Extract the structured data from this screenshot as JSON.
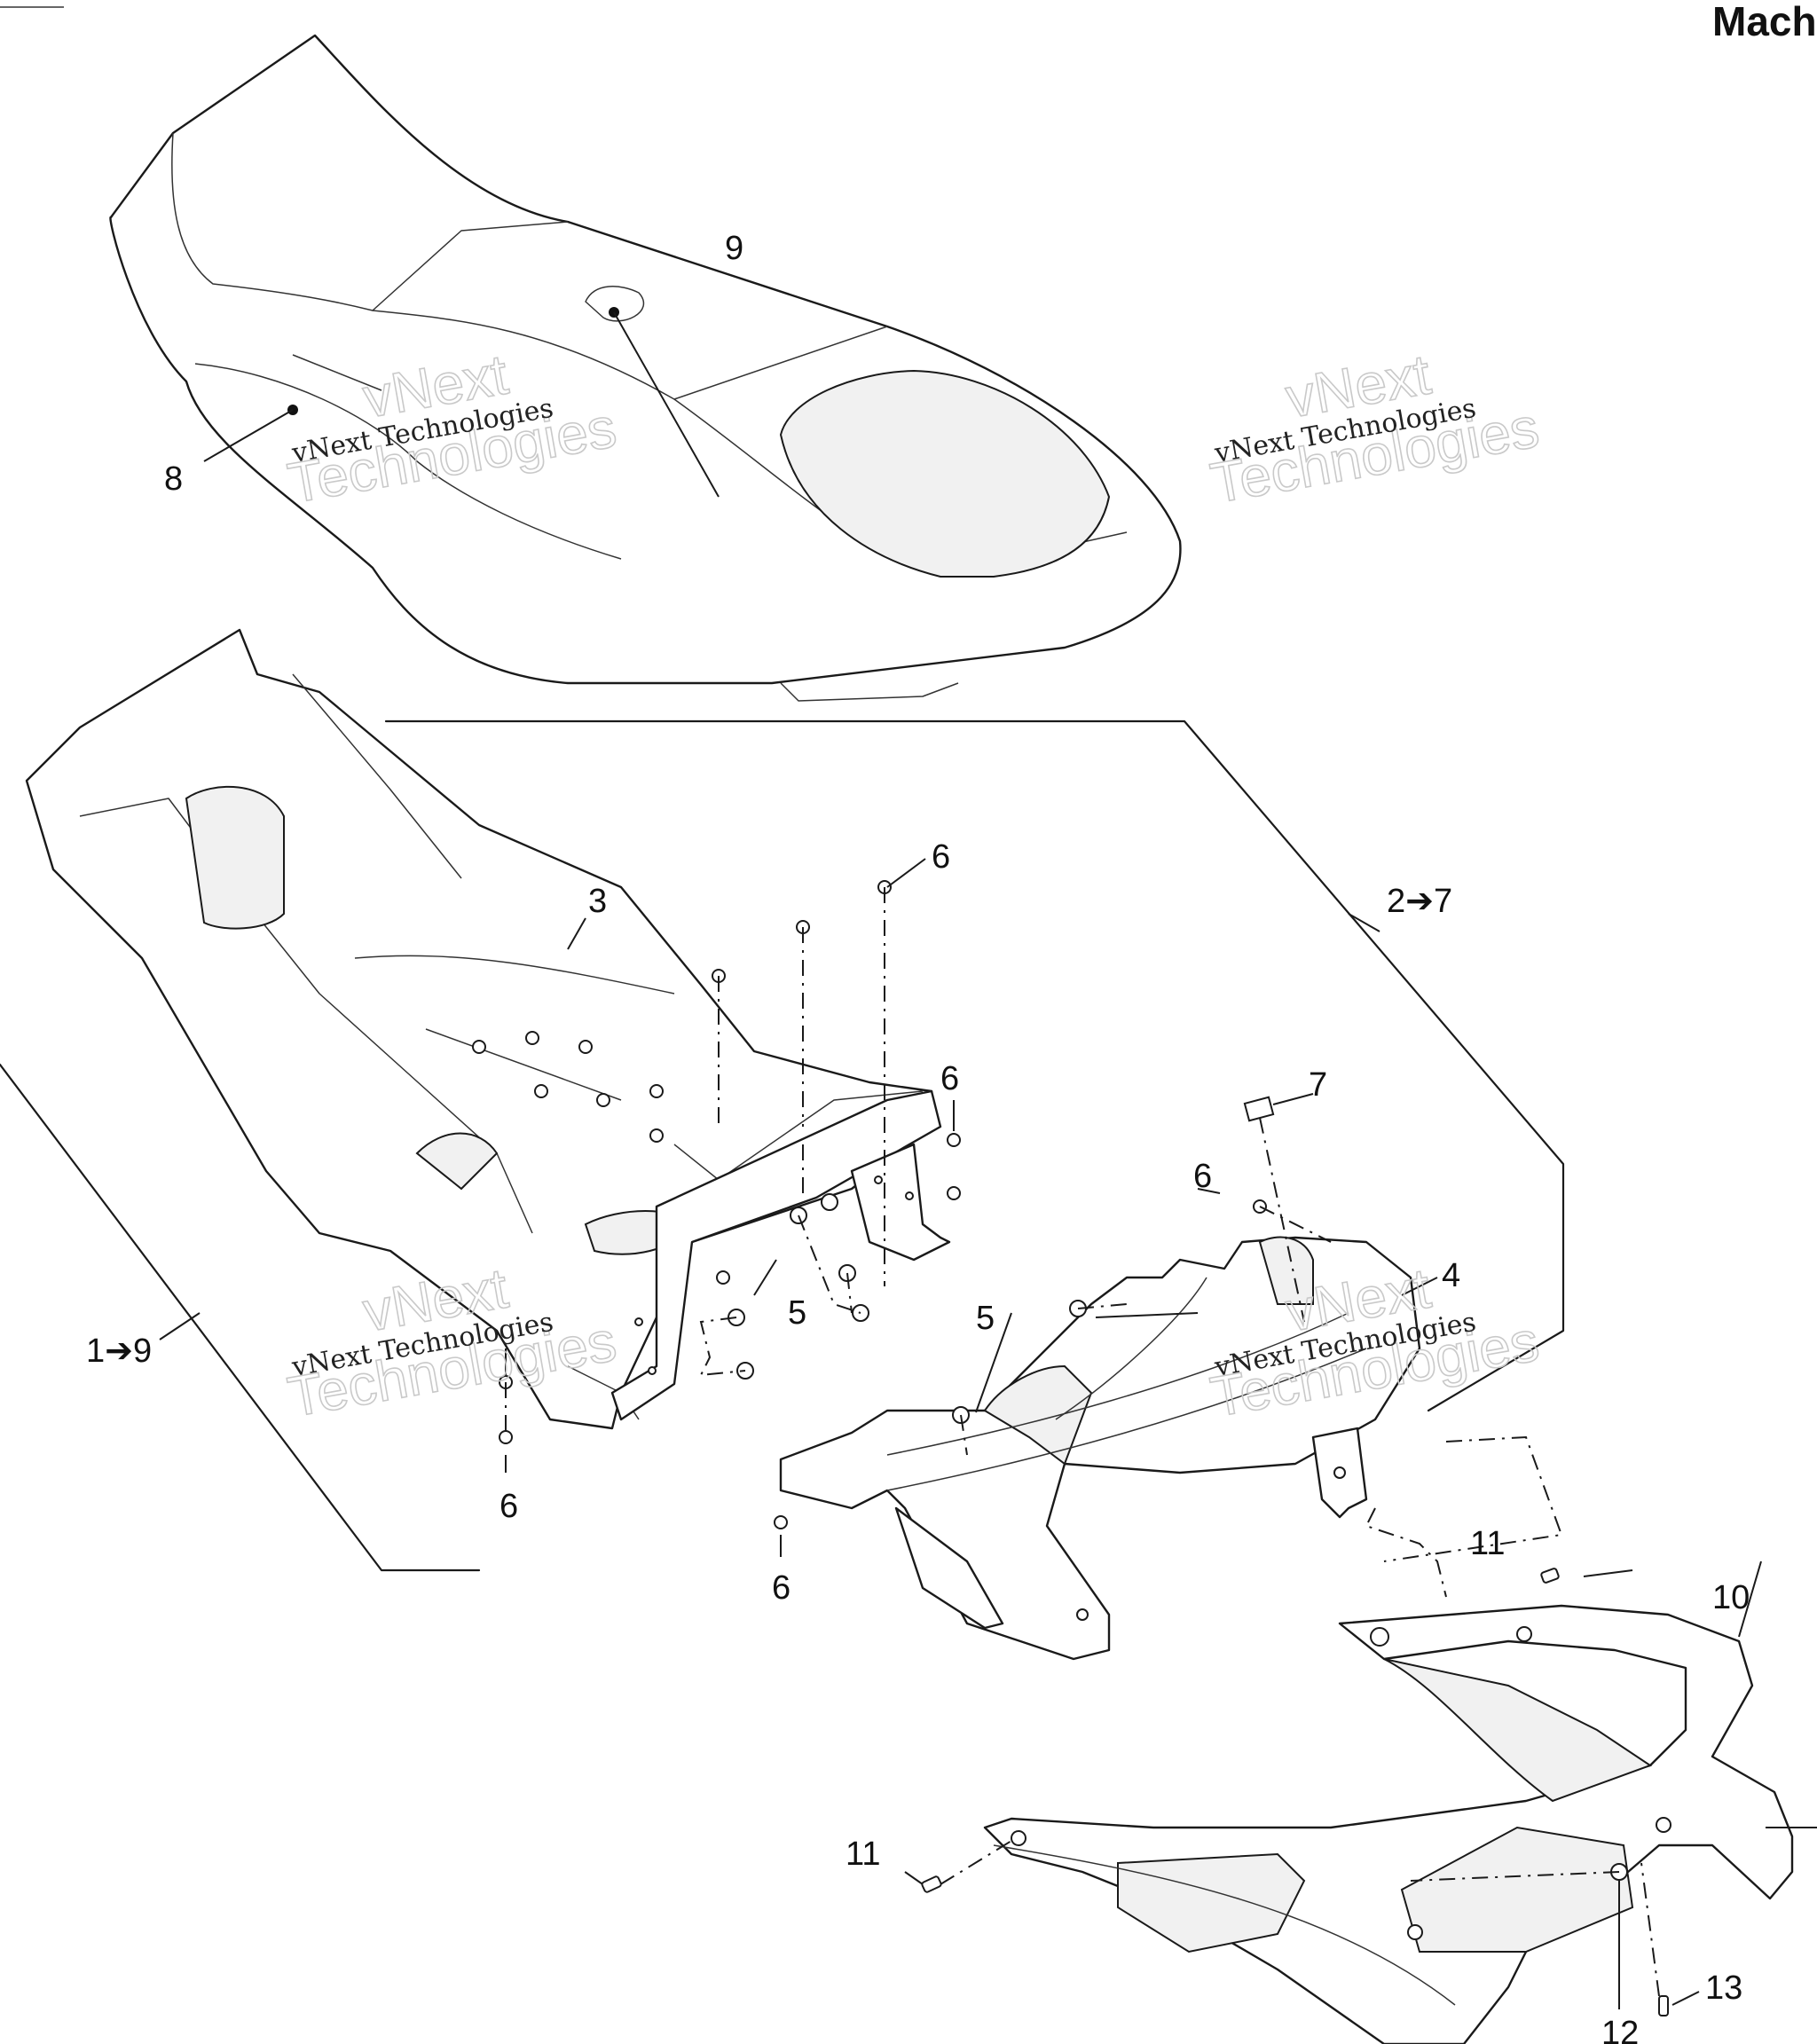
{
  "header": {
    "title": "Mach"
  },
  "watermark": {
    "line_small": "vNext Technologies",
    "line_big_1": "vNext",
    "line_big_2": "Technologies"
  },
  "callouts": {
    "c1": "1➔9",
    "c2": "2➔7",
    "c3": "3",
    "c4": "4",
    "c5a": "5",
    "c5b": "5",
    "c6a": "6",
    "c6b": "6",
    "c6c": "6",
    "c6d": "6",
    "c6e": "6",
    "c7": "7",
    "c8": "8",
    "c9": "9",
    "c10": "10",
    "c11a": "11",
    "c11b": "11",
    "c12": "12",
    "c13": "13"
  }
}
